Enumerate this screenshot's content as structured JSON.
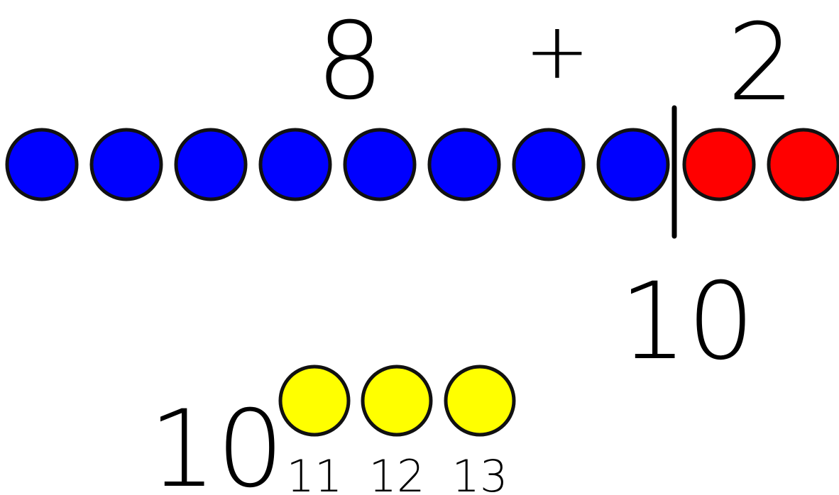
{
  "top": {
    "addend_a": "8",
    "operator": "+",
    "addend_b": "2"
  },
  "row": {
    "blue_count": 8,
    "red_count": 2,
    "blue_color": "#0000ff",
    "red_color": "#ff0000",
    "outline_color": "#111111"
  },
  "partition_sum": "10",
  "bottom": {
    "base": "10",
    "yellow_color": "#ffff00",
    "counters": [
      {
        "label": "11"
      },
      {
        "label": "12"
      },
      {
        "label": "13"
      }
    ]
  }
}
